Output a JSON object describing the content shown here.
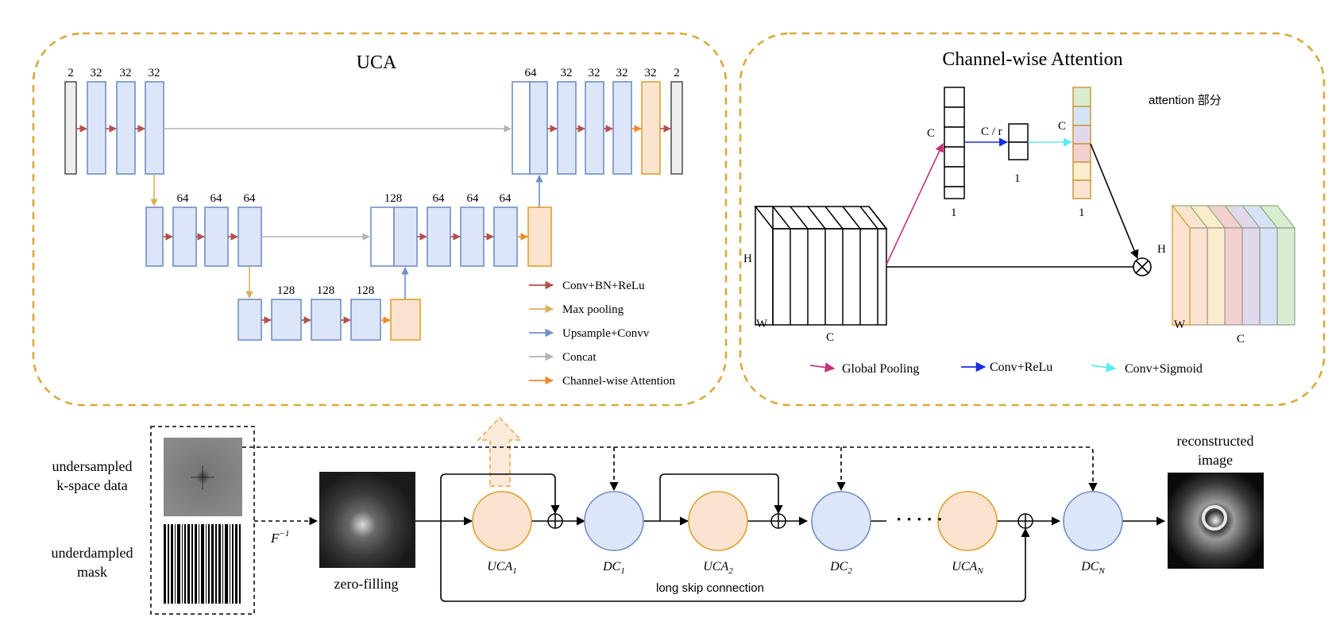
{
  "uca": {
    "title": "UCA",
    "enc1_labels": [
      "2",
      "32",
      "32",
      "32"
    ],
    "dec1_labels": [
      "64",
      "32",
      "32",
      "32",
      "32",
      "2"
    ],
    "enc2_labels": [
      "64",
      "64",
      "64"
    ],
    "dec2_labels": [
      "128",
      "64",
      "64",
      "64"
    ],
    "bottom_labels": [
      "128",
      "128",
      "128"
    ],
    "legend": [
      {
        "label": "Conv+BN+ReLu",
        "color": "#b5504c"
      },
      {
        "label": "Max pooling",
        "color": "#d9b25a"
      },
      {
        "label": "Upsample+Convv",
        "color": "#6f8fc6"
      },
      {
        "label": "Concat",
        "color": "#b3b3b3"
      },
      {
        "label": "Channel-wise Attention",
        "color": "#ef8a2c"
      }
    ]
  },
  "cwa": {
    "title": "Channel-wise Attention",
    "note": "attention 部分",
    "label_C": "C",
    "label_H": "H",
    "label_W": "W",
    "label_1": "1",
    "label_Cr": "C / r",
    "legend": [
      {
        "label": "Global Pooling",
        "color": "#c2357a"
      },
      {
        "label": "Conv+ReLu",
        "color": "#1a2ee0"
      },
      {
        "label": "Conv+Sigmoid",
        "color": "#5ee8f2"
      }
    ],
    "attention_colors": [
      "#d8ecd0",
      "#d6e2f6",
      "#e2d8ec",
      "#f4cfcf",
      "#fbeccc",
      "#fbe3cf"
    ],
    "output_colors": [
      "#fbe3cf",
      "#fbeccc",
      "#f4cfcf",
      "#e2d8ec",
      "#d6e2f6",
      "#d8ecd0"
    ]
  },
  "pipeline": {
    "input_label_1a": "undersampled",
    "input_label_1b": "k-space data",
    "input_label_2a": "underdampled",
    "input_label_2b": "mask",
    "finv": "F",
    "finv_sup": "−1",
    "zero_filling": "zero-filling",
    "output_label_a": "reconstructed",
    "output_label_b": "image",
    "uca_base": "UCA",
    "dc_base": "DC",
    "subs": [
      "1",
      "2",
      "N"
    ],
    "ellipsis": "· · · · ·",
    "long_skip": "long skip connection"
  },
  "colors": {
    "dashed_frame": "#d9a93c",
    "uca_node_fill": "#fbe3cf",
    "uca_node_stroke": "#e0a030",
    "dc_node_fill": "#dde6f8",
    "dc_node_stroke": "#6f8fc6"
  }
}
